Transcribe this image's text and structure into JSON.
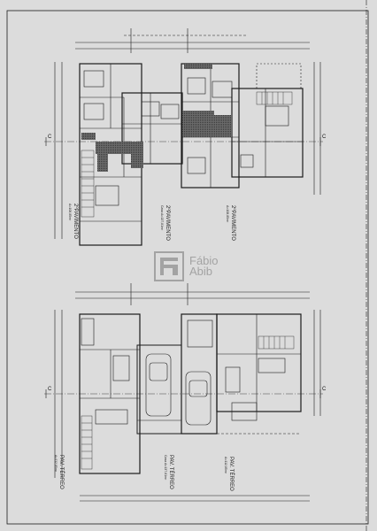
{
  "plans": {
    "upper": {
      "left_label": "2ºPAVIMENTO",
      "left_sub": "A=108,85m²",
      "mid_label": "2ºPAVIMENTO",
      "mid_sub": "Casa A=137,81m²",
      "right_label": "2ºPAVIMENTO",
      "right_sub": "A=108,85m²"
    },
    "lower": {
      "left_label": "PAV. TÉRREO",
      "left_sub": "A=112,85m²",
      "mid_label": "PAV. TÉRREO",
      "mid_sub": "Casa A=137,81m²",
      "right_label": "PAV. TÉRREO",
      "right_sub": "A=112,85m²"
    }
  },
  "axis": {
    "left_c": "C",
    "right_c": "C"
  },
  "watermark": {
    "line1": "Fábio",
    "line2": "Abib"
  },
  "colors": {
    "paper": "#dcdcdc",
    "ink": "#1c1c1c",
    "hatch": "#555555",
    "watermark": "#9a9a9a"
  }
}
